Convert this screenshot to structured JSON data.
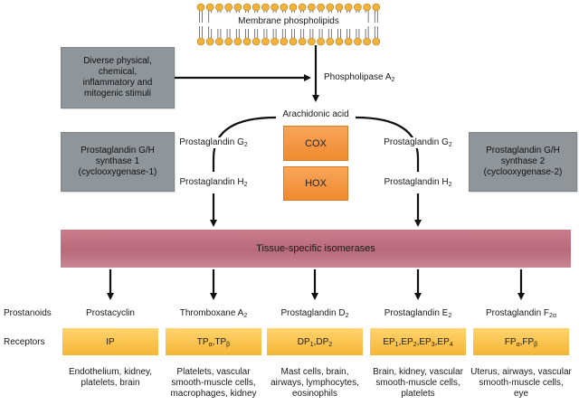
{
  "membrane": "Membrane phospholipids",
  "stimuli": "Diverse physical, chemical, inflammatory and mitogenic stimuli",
  "phospholipase": {
    "base": "Phospholipase A",
    "sub": "2"
  },
  "arachidonic": "Arachidonic acid",
  "enzyme_left": "Prostaglandin G/H synthase 1 (cyclooxygenase-1)",
  "enzyme_right": "Prostaglandin G/H synthase 2 (cyclooxygenase-2)",
  "pg_g2": {
    "base": "Prostaglandin G",
    "sub": "2"
  },
  "pg_h2": {
    "base": "Prostaglandin H",
    "sub": "2"
  },
  "cox": "COX",
  "hox": "HOX",
  "isomerases": "Tissue-specific isomerases",
  "row_labels": {
    "prostanoids": "Prostanoids",
    "receptors": "Receptors"
  },
  "columns": [
    {
      "prostanoid": {
        "base": "Prostacyclin",
        "sub": ""
      },
      "receptors": [
        {
          "base": "IP",
          "sub": ""
        }
      ],
      "tissues": "Endothelium, kidney, platelets, brain"
    },
    {
      "prostanoid": {
        "base": "Thromboxane A",
        "sub": "2"
      },
      "receptors": [
        {
          "base": "TP",
          "sub": "α"
        },
        {
          "base": "TP",
          "sub": "β"
        }
      ],
      "tissues": "Platelets, vascular smooth-muscle cells, macrophages, kidney"
    },
    {
      "prostanoid": {
        "base": "Prostaglandin D",
        "sub": "2"
      },
      "receptors": [
        {
          "base": "DP",
          "sub": "1"
        },
        {
          "base": "DP",
          "sub": "2"
        }
      ],
      "tissues": "Mast cells, brain, airways, lymphocytes, eosinophils"
    },
    {
      "prostanoid": {
        "base": "Prostaglandin E",
        "sub": "2"
      },
      "receptors": [
        {
          "base": "EP",
          "sub": "1"
        },
        {
          "base": "EP",
          "sub": "2"
        },
        {
          "base": "EP",
          "sub": "3"
        },
        {
          "base": "EP",
          "sub": "4"
        }
      ],
      "tissues": "Brain, kidney, vascular smooth-muscle cells, platelets"
    },
    {
      "prostanoid": {
        "base": "Prostaglandin F",
        "sub": "2α"
      },
      "receptors": [
        {
          "base": "FP",
          "sub": "α"
        },
        {
          "base": "FP",
          "sub": "β"
        }
      ],
      "tissues": "Uterus, airways, vascular smooth-muscle cells, eye"
    }
  ],
  "colors": {
    "gray_box": "#8f9599",
    "orange_box": "#ef8a2e",
    "isomerase_bar": "#b86a7b",
    "receptor_box": "#f5b636",
    "lipid_head": "#f3b23a"
  }
}
